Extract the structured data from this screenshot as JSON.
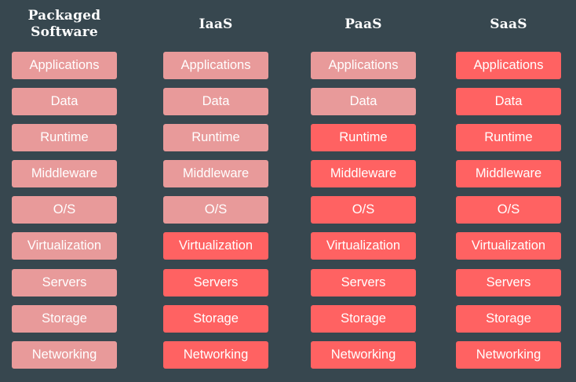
{
  "colors": {
    "background": "#37474f",
    "you_manage": "#e89a9a",
    "vendor_manages": "#ff6262",
    "text": "#ffffff"
  },
  "columns": [
    {
      "title_line1": "Packaged",
      "title_line2": "Software",
      "layers": [
        {
          "label": "Applications",
          "status": "managed"
        },
        {
          "label": "Data",
          "status": "managed"
        },
        {
          "label": "Runtime",
          "status": "managed"
        },
        {
          "label": "Middleware",
          "status": "managed"
        },
        {
          "label": "O/S",
          "status": "managed"
        },
        {
          "label": "Virtualization",
          "status": "managed"
        },
        {
          "label": "Servers",
          "status": "managed"
        },
        {
          "label": "Storage",
          "status": "managed"
        },
        {
          "label": "Networking",
          "status": "managed"
        }
      ]
    },
    {
      "title_line1": "IaaS",
      "title_line2": "",
      "layers": [
        {
          "label": "Applications",
          "status": "managed"
        },
        {
          "label": "Data",
          "status": "managed"
        },
        {
          "label": "Runtime",
          "status": "managed"
        },
        {
          "label": "Middleware",
          "status": "managed"
        },
        {
          "label": "O/S",
          "status": "managed"
        },
        {
          "label": "Virtualization",
          "status": "provided"
        },
        {
          "label": "Servers",
          "status": "provided"
        },
        {
          "label": "Storage",
          "status": "provided"
        },
        {
          "label": "Networking",
          "status": "provided"
        }
      ]
    },
    {
      "title_line1": "PaaS",
      "title_line2": "",
      "layers": [
        {
          "label": "Applications",
          "status": "managed"
        },
        {
          "label": "Data",
          "status": "managed"
        },
        {
          "label": "Runtime",
          "status": "provided"
        },
        {
          "label": "Middleware",
          "status": "provided"
        },
        {
          "label": "O/S",
          "status": "provided"
        },
        {
          "label": "Virtualization",
          "status": "provided"
        },
        {
          "label": "Servers",
          "status": "provided"
        },
        {
          "label": "Storage",
          "status": "provided"
        },
        {
          "label": "Networking",
          "status": "provided"
        }
      ]
    },
    {
      "title_line1": "SaaS",
      "title_line2": "",
      "layers": [
        {
          "label": "Applications",
          "status": "provided"
        },
        {
          "label": "Data",
          "status": "provided"
        },
        {
          "label": "Runtime",
          "status": "provided"
        },
        {
          "label": "Middleware",
          "status": "provided"
        },
        {
          "label": "O/S",
          "status": "provided"
        },
        {
          "label": "Virtualization",
          "status": "provided"
        },
        {
          "label": "Servers",
          "status": "provided"
        },
        {
          "label": "Storage",
          "status": "provided"
        },
        {
          "label": "Networking",
          "status": "provided"
        }
      ]
    }
  ]
}
